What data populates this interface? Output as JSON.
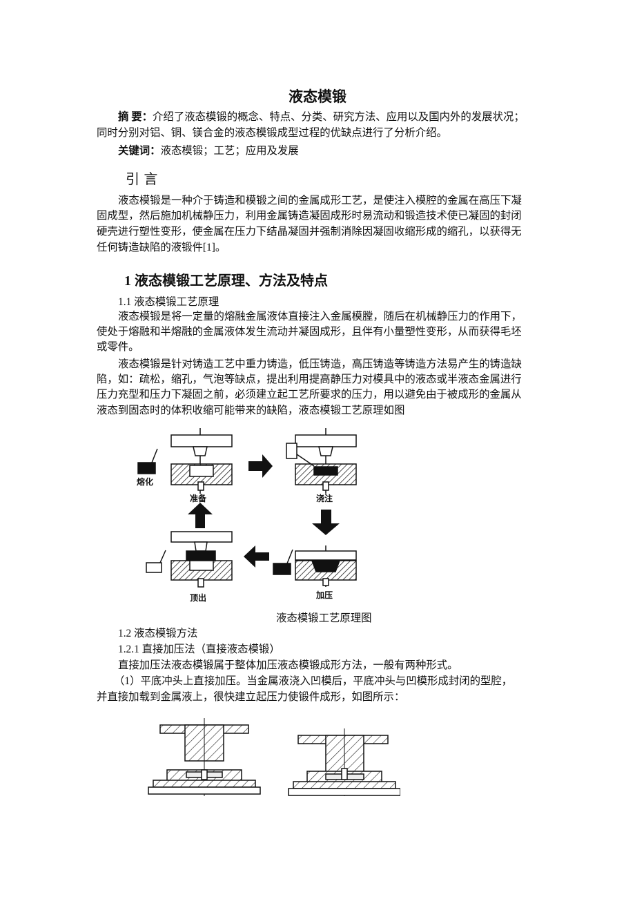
{
  "title": "液态模锻",
  "abstract": {
    "label": "摘 要：",
    "line1": "介绍了液态模锻的概念、特点、分类、研究方法、应用以及国内外的发展状况；",
    "line2": "同时分别对铝、铜、镁合金的液态模锻成型过程的优缺点进行了分析介绍。"
  },
  "keywords": {
    "label": "关键词：",
    "text": "液态模锻；工艺；应用及发展"
  },
  "intro": {
    "heading": "引 言",
    "lines": [
      "液态模锻是一种介于铸造和模锻之间的金属成形工艺，是使注入模腔的金属在高压下凝",
      "固成型，然后施加机械静压力，利用金属铸造凝固成形时易流动和锻造技术使已凝固的封闭",
      "硬壳进行塑性变形，使金属在压力下结晶凝固并强制消除因凝固收缩形成的缩孔，以获得无",
      "任何铸造缺陷的液锻件[1]。"
    ]
  },
  "section1": {
    "heading": "1 液态模锻工艺原理、方法及特点",
    "sub1": "1.1 液态模锻工艺原理",
    "p1": [
      "液态模锻是将一定量的熔融金属液体直接注入金属模膛，随后在机械静压力的作用下，",
      "使处于熔融和半熔融的金属液体发生流动并凝固成形，且伴有小量塑性变形，从而获得毛坯",
      "或零件。"
    ],
    "p2": [
      "液态模锻是针对铸造工艺中重力铸造，低压铸造，高压铸造等铸造方法易产生的铸造缺",
      "陷，如：疏松，缩孔，气泡等缺点，提出利用提高静压力对模具中的液态或半液态金属进行",
      "压力充型和压力下凝固之前，必须建立起工艺所要求的压力，用以避免由于被成形的金属从",
      "液态到固态时的体积收缩可能带来的缺陷，液态模锻工艺原理如图"
    ],
    "figure1": {
      "labels": {
        "melt": "熔化",
        "prepare": "准备",
        "pour": "浇注",
        "press": "加压",
        "eject": "顶出"
      },
      "caption": "液态模锻工艺原理图"
    },
    "sub2": "1.2 液态模锻方法",
    "sub21": "1.2.1 直接加压法（直接液态模锻）",
    "p3": "直接加压法液态模锻属于整体加压液态模锻成形方法，一般有两种形式。",
    "p4": [
      "（1）平底冲头上直接加压。当金属液浇入凹模后，平底冲头与凹模形成封闭的型腔，",
      "并直接加载到金属液上，很快建立起压力使锻件成形，如图所示："
    ]
  }
}
